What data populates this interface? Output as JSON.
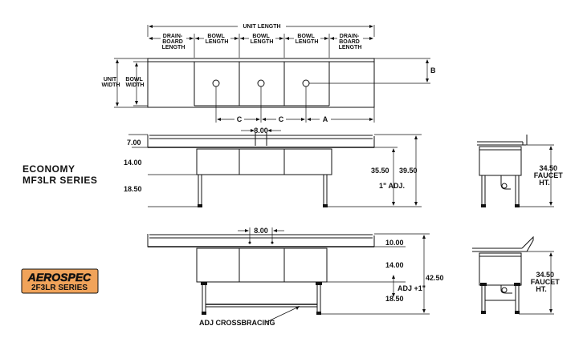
{
  "top_view": {
    "unit_length": "UNIT LENGTH",
    "drainboard_length": [
      "DRAIN-",
      "BOARD",
      "LENGTH"
    ],
    "bowl_length": [
      "BOWL",
      "LENGTH"
    ],
    "unit_width": [
      "UNIT",
      "WIDTH"
    ],
    "bowl_width": [
      "BOWL",
      "WIDTH"
    ],
    "dim_b": "B",
    "dim_c": "C",
    "dim_a": "A"
  },
  "economy": {
    "series_title_1": "ECONOMY",
    "series_title_2": "MF3LR SERIES",
    "faucet_spacing": "8.00",
    "backsplash": "7.00",
    "bowl_depth": "14.00",
    "leg_height": "18.50",
    "working_height": "35.50",
    "overall_height": "39.50",
    "adjustment": "1\" ADJ.",
    "faucet_height": "34.50",
    "faucet_label_1": "FAUCET",
    "faucet_label_2": "HT."
  },
  "aerospec": {
    "logo_text": "AEROSPEC",
    "series_title": "2F3LR SERIES",
    "logo_color": "#f0a35a",
    "faucet_spacing": "8.00",
    "backsplash": "10.00",
    "bowl_depth": "14.00",
    "adjustment": "ADJ +1\"",
    "leg_height": "18.50",
    "overall_height": "42.50",
    "crossbracing": "ADJ CROSSBRACING",
    "faucet_height": "34.50",
    "faucet_label_1": "FAUCET",
    "faucet_label_2": "HT."
  }
}
